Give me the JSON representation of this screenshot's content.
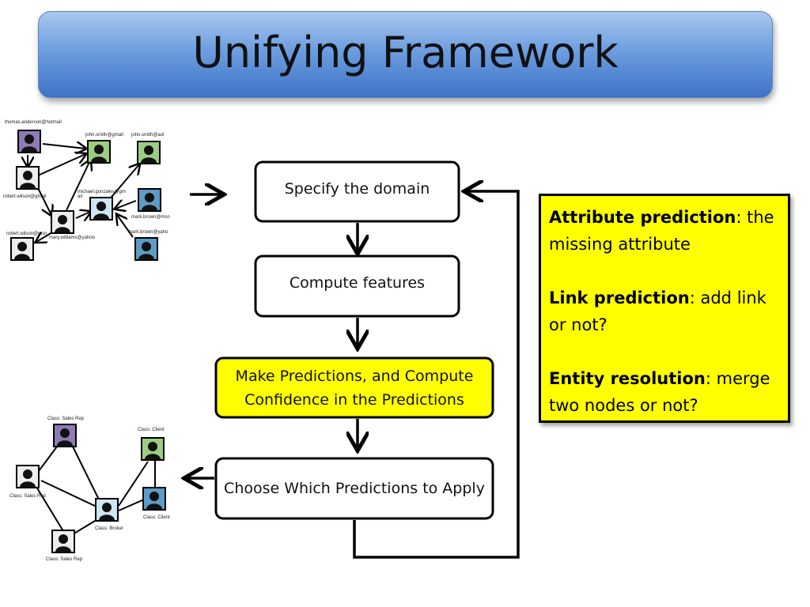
{
  "title": "Unifying Framework",
  "steps": [
    {
      "label": "Specify the domain"
    },
    {
      "label": "Compute features"
    },
    {
      "label": "Make Predictions, and Compute Confidence in the Predictions"
    },
    {
      "label": "Choose Which Predictions to Apply"
    }
  ],
  "callout": {
    "items": [
      {
        "term": "Attribute prediction",
        "desc": ": the missing attribute"
      },
      {
        "term": "Link prediction",
        "desc": ": add link or not?"
      },
      {
        "term": "Entity resolution",
        "desc": ": merge two nodes or not?"
      }
    ],
    "color": "#ffff00"
  },
  "graph_top": {
    "nodes": [
      {
        "label": "thomas.anderson@hotmail",
        "icon": "person-purple"
      },
      {
        "label": "john.smith@gmail",
        "icon": "person-green"
      },
      {
        "label": "john.smith@aol",
        "icon": "person-green"
      },
      {
        "label": "robert.wilson@gmail",
        "icon": "person-black"
      },
      {
        "label": "michael.gonzales@gm ail",
        "icon": "person-black"
      },
      {
        "label": "mark.brown@msn",
        "icon": "person-blue"
      },
      {
        "label": "mary.williams@yahoo",
        "icon": "person-black"
      },
      {
        "label": "robert.wilson@msn",
        "icon": "person-black"
      },
      {
        "label": "mark.brown@yaho",
        "icon": "person-blue"
      }
    ]
  },
  "graph_bottom": {
    "nodes": [
      {
        "label": "Class: Sales Rep",
        "icon": "person-purple"
      },
      {
        "label": "Class: Client",
        "icon": "person-green"
      },
      {
        "label": "Class: Sales Rep",
        "icon": "person-black"
      },
      {
        "label": "Class: Broker",
        "icon": "person-black"
      },
      {
        "label": "Class: Client",
        "icon": "person-blue"
      },
      {
        "label": "Class: Sales Rep",
        "icon": "person-black"
      }
    ]
  },
  "colors": {
    "highlight_box": "#ffff00",
    "title_bar": "#5a8ad6"
  }
}
